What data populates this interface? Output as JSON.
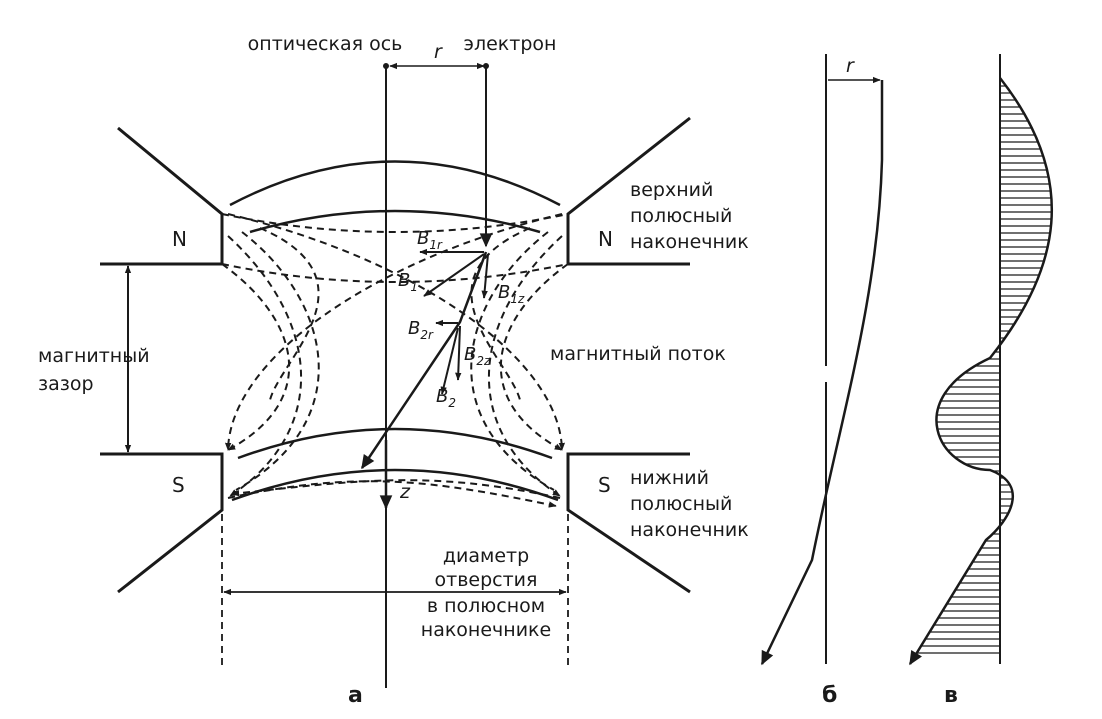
{
  "labels": {
    "optical_axis": "оптическая ось",
    "electron": "электрон",
    "r_a": "r",
    "r_b": "r",
    "z": "z",
    "north_upper_left": "N",
    "north_upper_right": "N",
    "south_lower_left": "S",
    "south_lower_right": "S",
    "upper_pole": [
      "верхний",
      "полюсный",
      "наконечник"
    ],
    "lower_pole": [
      "нижний",
      "полюсный",
      "наконечник"
    ],
    "magnetic_gap": [
      "магнитный",
      "зазор"
    ],
    "magnetic_flux": "магнитный поток",
    "bore_diameter": [
      "диаметр",
      "отверстия",
      "в полюсном",
      "наконечнике"
    ]
  },
  "vectors": {
    "B1r": {
      "main": "B",
      "sub": "1r"
    },
    "B1": {
      "main": "B",
      "sub": "1"
    },
    "B1z": {
      "main": "B",
      "sub": "1z"
    },
    "B2r": {
      "main": "B",
      "sub": "2r"
    },
    "B2z": {
      "main": "B",
      "sub": "2z"
    },
    "B2": {
      "main": "B",
      "sub": "2"
    }
  },
  "panels": {
    "a": "а",
    "b": "б",
    "c": "в"
  },
  "colors": {
    "ink": "#1a1a1a",
    "background": "#ffffff"
  }
}
